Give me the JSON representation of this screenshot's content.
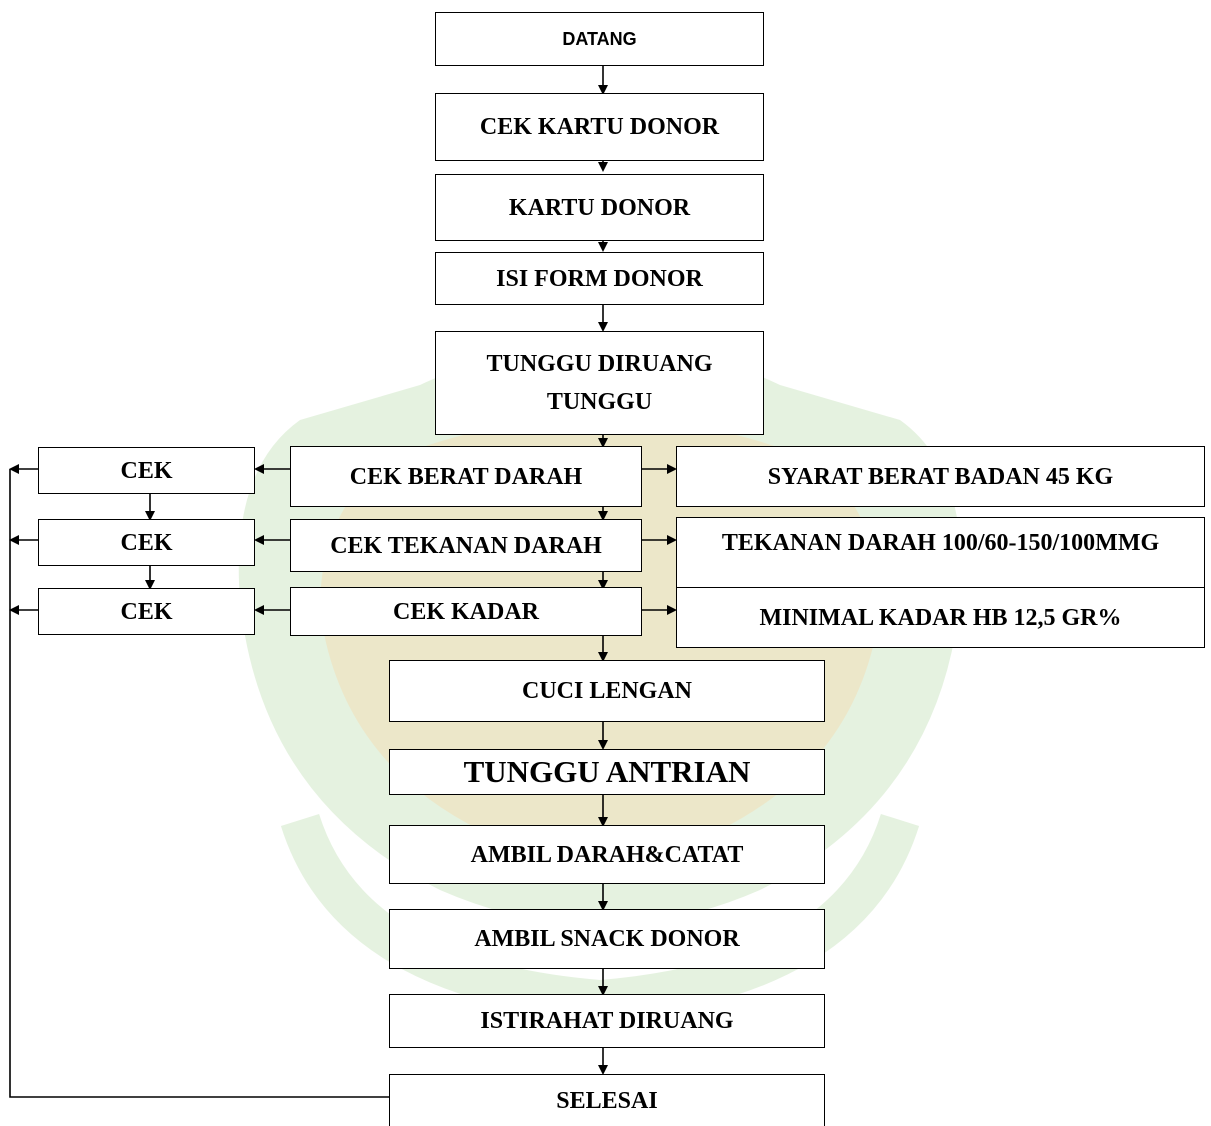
{
  "watermark": {
    "colors": {
      "green": "#cfe8c6",
      "gold": "#f2dfb6"
    }
  },
  "nodes": {
    "datang": "DATANG",
    "cek_kartu_donor": "CEK KARTU DONOR",
    "kartu_donor": "KARTU DONOR",
    "isi_form_donor": "ISI FORM DONOR",
    "tunggu_diruang_line1": "TUNGGU DIRUANG",
    "tunggu_diruang_line2": "TUNGGU",
    "cek_berat_darah": "CEK BERAT DARAH",
    "cek_tekanan_darah": "CEK TEKANAN DARAH",
    "cek_kadar": "CEK KADAR",
    "cek_1": "CEK",
    "cek_2": "CEK",
    "cek_3": "CEK",
    "syarat_berat_badan": "SYARAT BERAT BADAN 45 KG",
    "tekanan_darah_range": "TEKANAN DARAH 100/60-150/100MMG",
    "minimal_kadar_hb": "MINIMAL KADAR HB 12,5 GR%",
    "cuci_lengan": "CUCI LENGAN",
    "tunggu_antrian": "TUNGGU ANTRIAN",
    "ambil_darah_catat": "AMBIL DARAH&CATAT",
    "ambil_snack_donor": "AMBIL SNACK DONOR",
    "istirahat_diruang": "ISTIRAHAT DIRUANG",
    "selesai": "SELESAI"
  }
}
